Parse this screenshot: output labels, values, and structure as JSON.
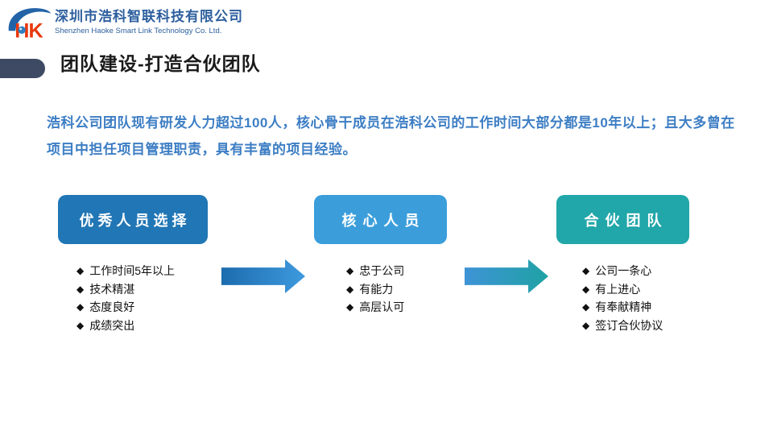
{
  "slide": {
    "header": {
      "logo_text": "HK",
      "company_name_zh": "深圳市浩科智联科技有限公司",
      "company_name_en": "Shenzhen Haoke Smart Link Technology Co. Ltd."
    },
    "title": "团队建设-打造合伙团队",
    "intro": "浩科公司团队现有研发人力超过100人，核心骨干成员在浩科公司的工作时间大部分都是10年以上；且大多曾在项目中担任项目管理职责，具有丰富的项目经验。",
    "flow": {
      "bullet_glyph": "◆",
      "stages": [
        {
          "label": "优秀人员选择",
          "color": "#2176b5",
          "items": [
            "工作时间5年以上",
            "技术精湛",
            "态度良好",
            "成绩突出"
          ]
        },
        {
          "label": "核心人员",
          "color": "#3b9edb",
          "items": [
            "忠于公司",
            "有能力",
            "高层认可"
          ]
        },
        {
          "label": "合伙团队",
          "color": "#21a6a9",
          "items": [
            "公司一条心",
            "有上进心",
            "有奉献精神",
            "签订合伙协议"
          ]
        }
      ],
      "arrows": [
        {
          "from_color": "#1c6cae",
          "to_color": "#3e9ade"
        },
        {
          "from_color": "#3e93d6",
          "to_color": "#1fa2a4"
        }
      ]
    },
    "colors": {
      "title_bar": "#3e4a63",
      "intro_text": "#3d7ec4",
      "company_text": "#2d5f9e",
      "logo_red": "#e8380d",
      "logo_swoosh_blue": "#2263a8"
    }
  }
}
